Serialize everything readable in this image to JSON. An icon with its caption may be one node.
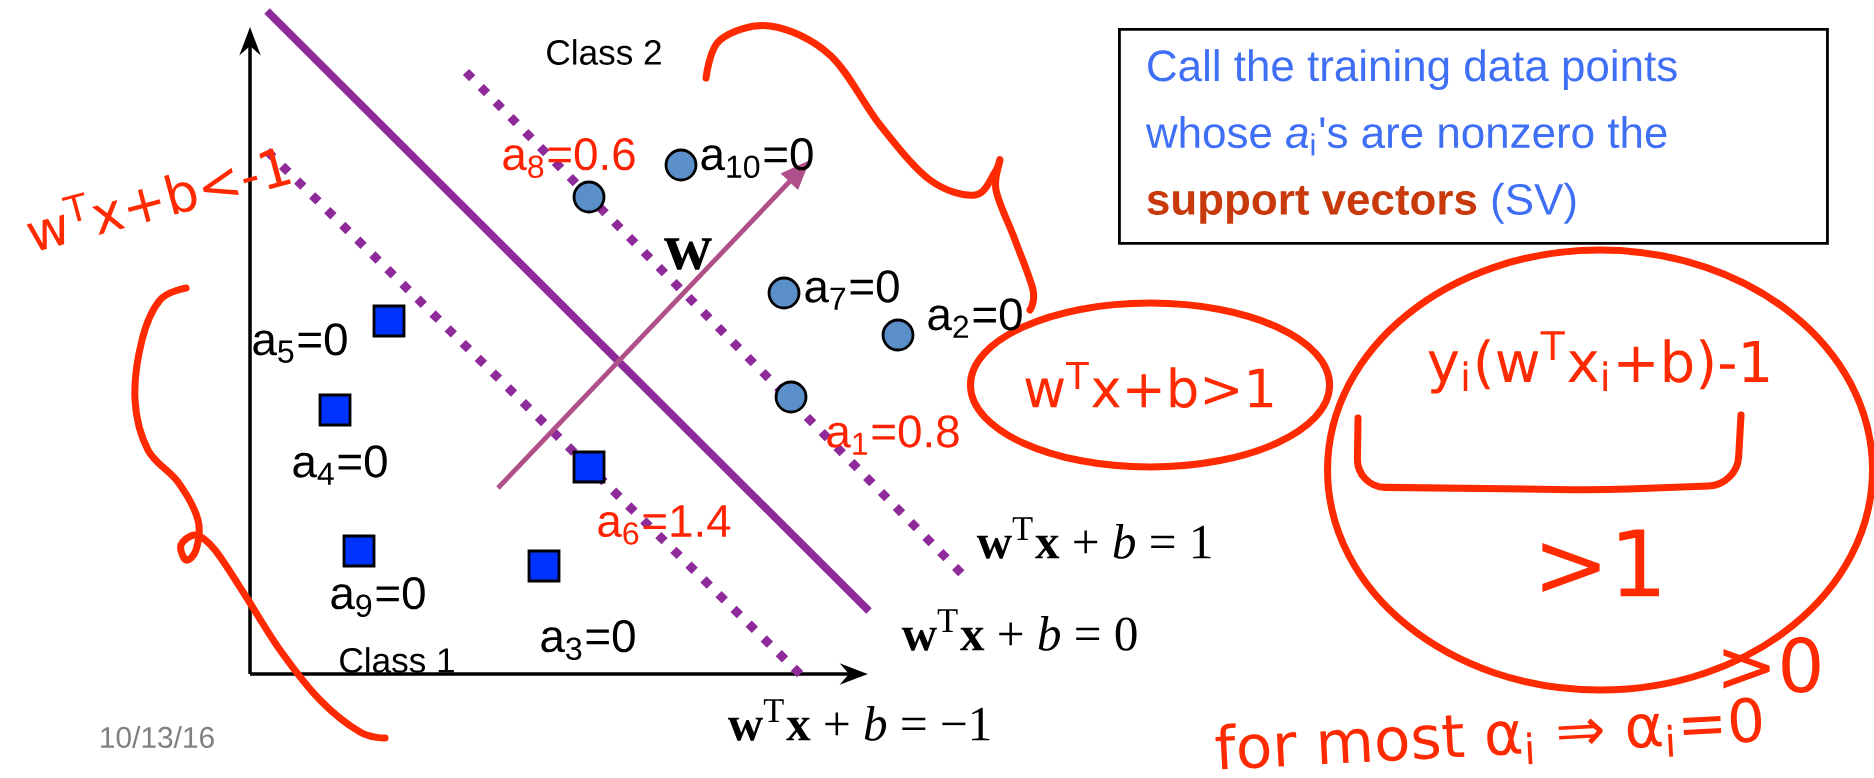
{
  "diagram": {
    "nodes": [
      {
        "text": [
          "Call the training data points whose *a*$_{i}$'s are nonzero the",
          "support vectors",
          "(SV)"
        ]
      },
      {
        "text": [
          "w$^{T}$x+b>1"
        ]
      },
      {
        "text": [
          "y$_{i}$(w$^{T}$x$_{i}$+b)-1",
          ">1"
        ]
      }
    ],
    "labels": [
      "w$^{T}$x+b<-1",
      "Class 2",
      "a$_{8}$=0.6",
      "a$_{10}$=0",
      "w",
      "a$_{7}$=0",
      "a$_{2}$=0",
      "a$_{5}$=0",
      "a$_{4}$=0",
      "a$_{1}$=0.8",
      "a$_{6}$=1.4",
      "**w**$^{T}$**x** + *b* = 1",
      "a$_{9}$=0",
      "a$_{3}$=0",
      "**w**$^{T}$**x** + *b* = 0",
      "Class 1",
      "**w**$^{T}$**x** + *b* = −1",
      "10/13/16",
      "for most α$_{i}$ ⇒ α$_{i}$=0",
      ">0"
    ]
  }
}
